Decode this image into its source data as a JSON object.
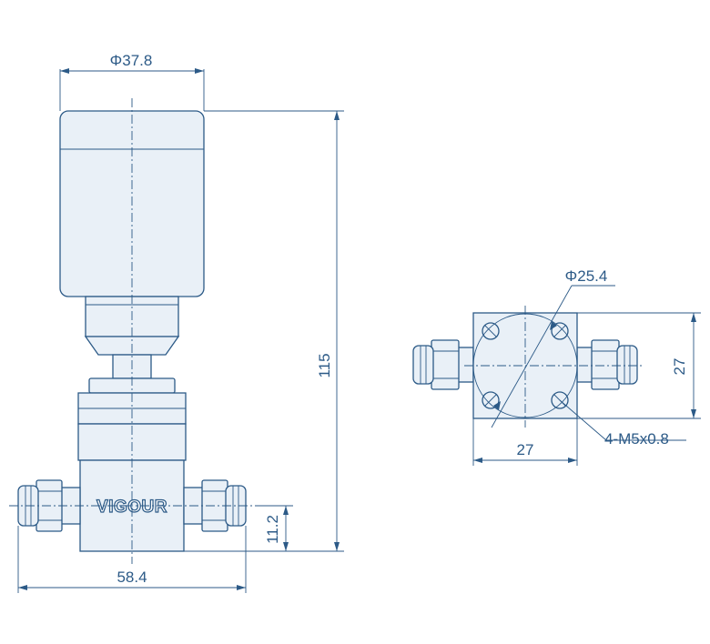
{
  "drawing": {
    "logo_text": "VIGOUR",
    "front_view": {
      "cap_diameter_label": "Φ37.8",
      "overall_height_label": "115",
      "port_height_label": "11.2",
      "overall_width_label": "58.4"
    },
    "top_view": {
      "circle_diameter_label": "Φ25.4",
      "side_height_label": "27",
      "side_width_label": "27",
      "thread_label": "4-M5x0.8"
    }
  }
}
